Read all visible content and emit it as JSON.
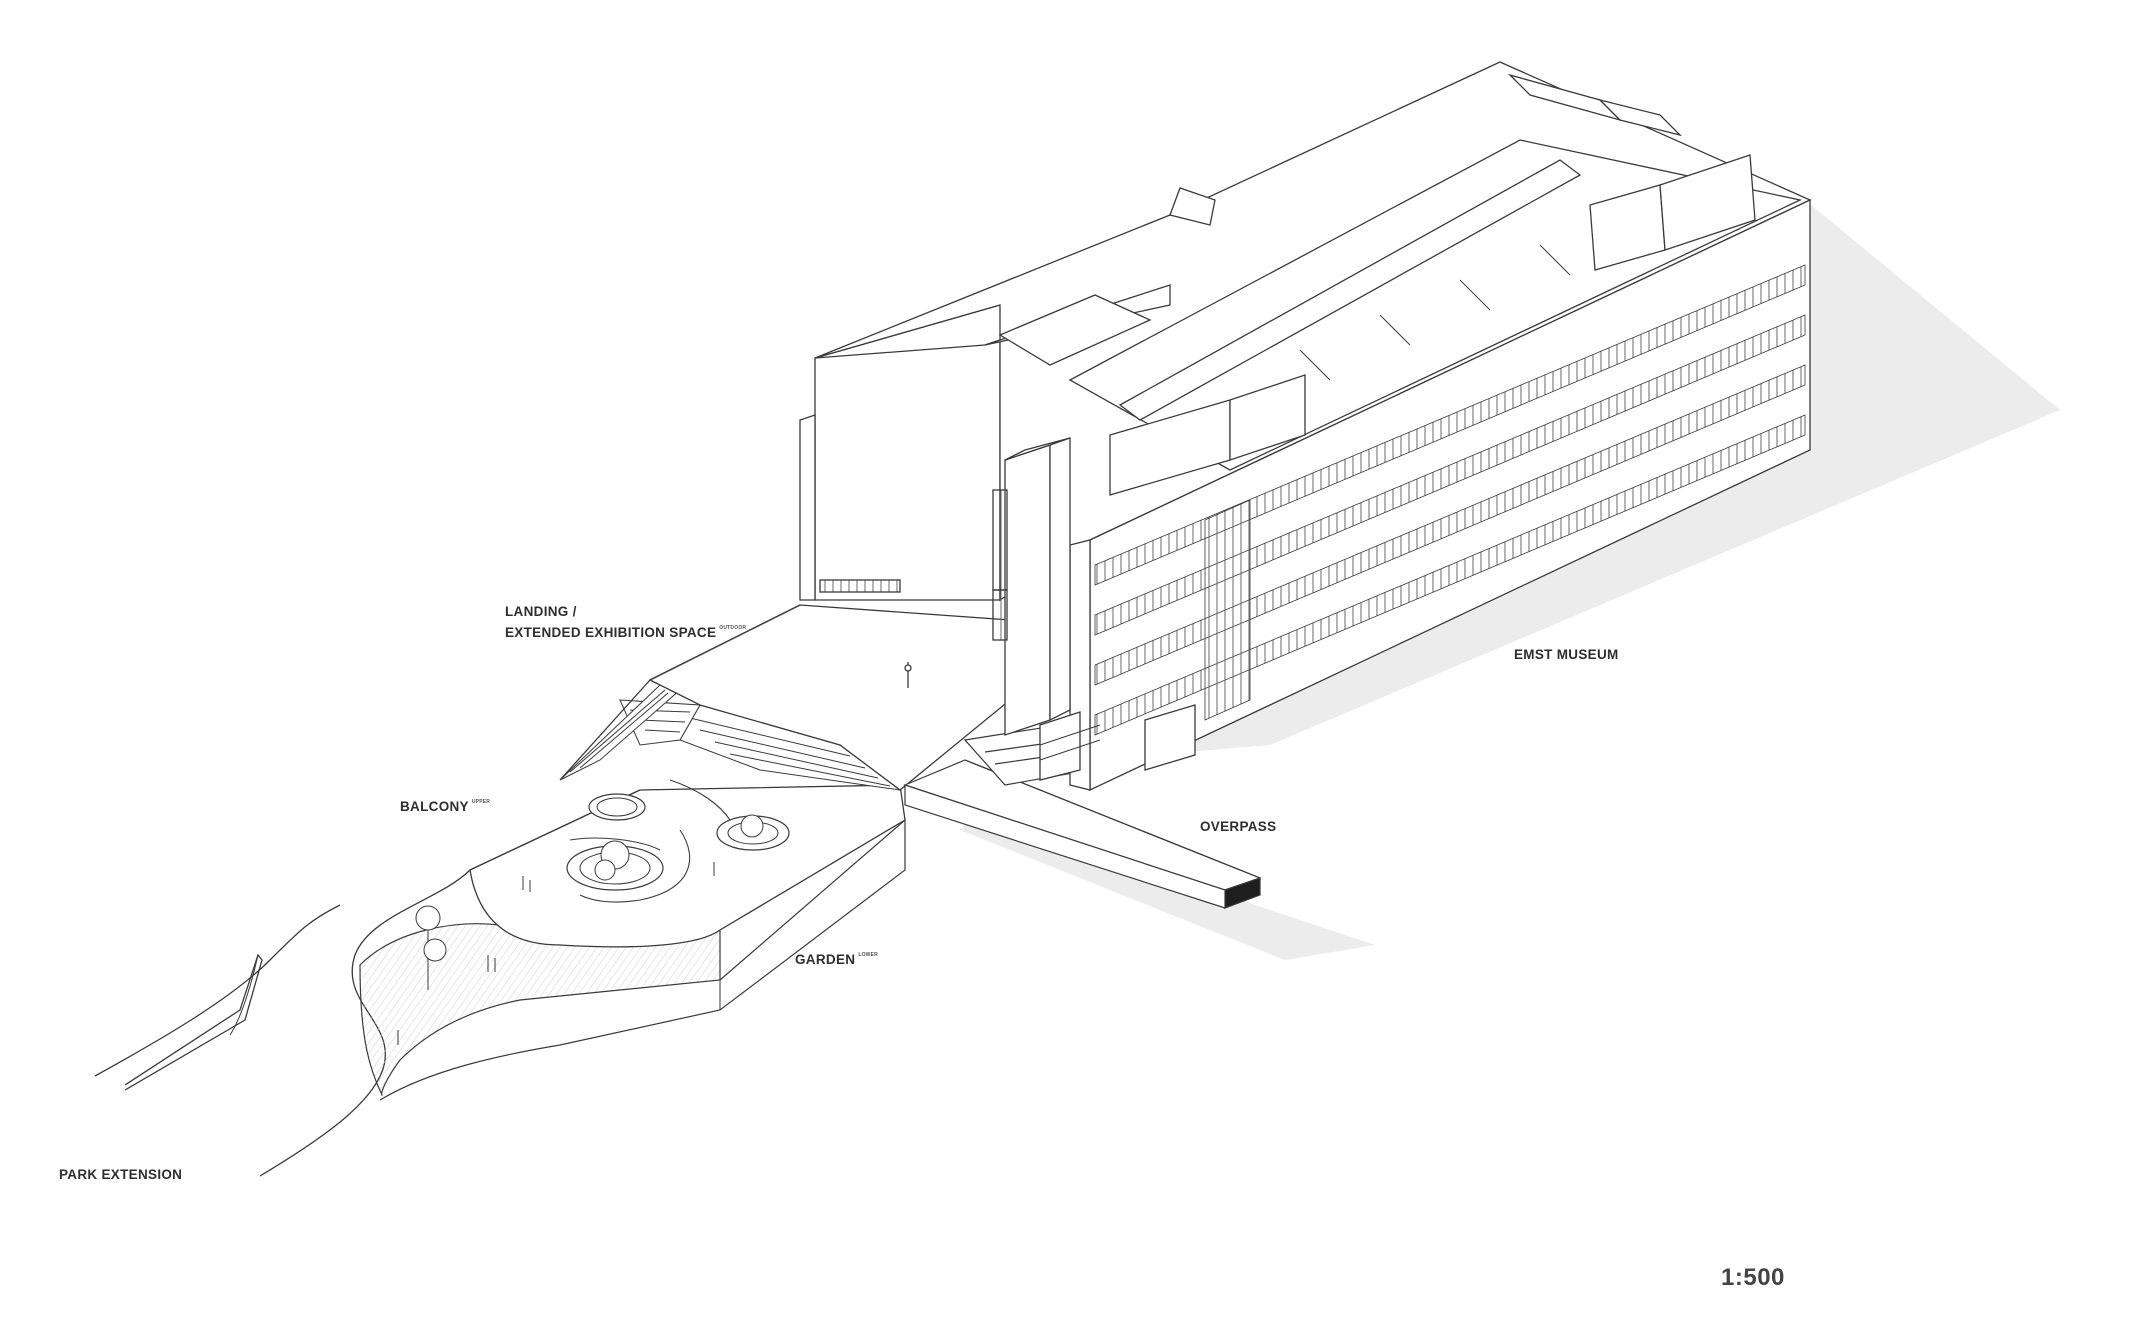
{
  "labels": {
    "landing_line1": "LANDING /",
    "landing_line2": "EXTENDED EXHIBITION SPACE",
    "landing_sup": "OUTDOOR",
    "balcony": "BALCONY",
    "balcony_sup": "UPPER",
    "emst": "EMST MUSEUM",
    "overpass": "OVERPASS",
    "garden": "GARDEN",
    "garden_sup": "LOWER",
    "park": "PARK EXTENSION"
  },
  "scale": "1:500",
  "colors": {
    "line": "#3a3a3a",
    "shadow": "#ececec",
    "hatch": "#cfcfcf",
    "glazing": "#6a6a6a",
    "text": "#2e2e2e"
  }
}
